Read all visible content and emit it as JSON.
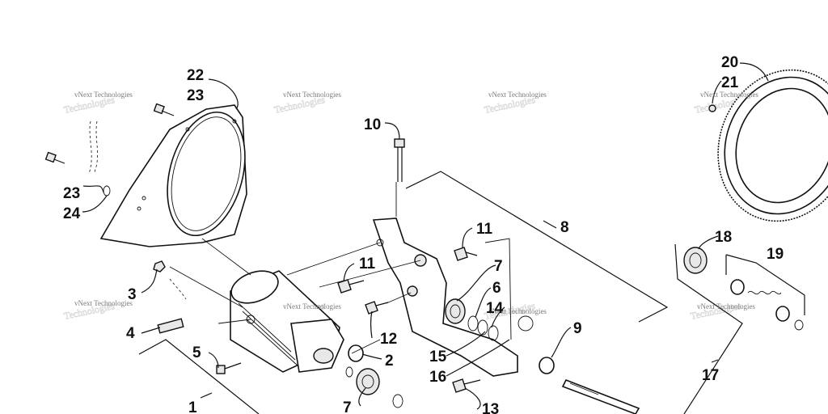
{
  "callouts": {
    "c1": "1",
    "c2": "2",
    "c3": "3",
    "c4": "4",
    "c5": "5",
    "c6": "6",
    "c7a": "7",
    "c7b": "7",
    "c8": "8",
    "c9": "9",
    "c10": "10",
    "c11a": "11",
    "c11b": "11",
    "c12": "12",
    "c13": "13",
    "c14": "14",
    "c15": "15",
    "c16": "16",
    "c17": "17",
    "c18": "18",
    "c19": "19",
    "c20": "20",
    "c21": "21",
    "c22": "22",
    "c23a": "23",
    "c23b": "23",
    "c24": "24"
  },
  "watermarks": {
    "w1": "vNext Technologies",
    "w2": "vNext Technologies",
    "w3": "vNext Technologies",
    "w4": "vNext Technologies",
    "w5": "vNext Technologies",
    "w6": "vNext Technologies",
    "w7": "vNext Technologies",
    "w8": "vNext Technologies"
  }
}
